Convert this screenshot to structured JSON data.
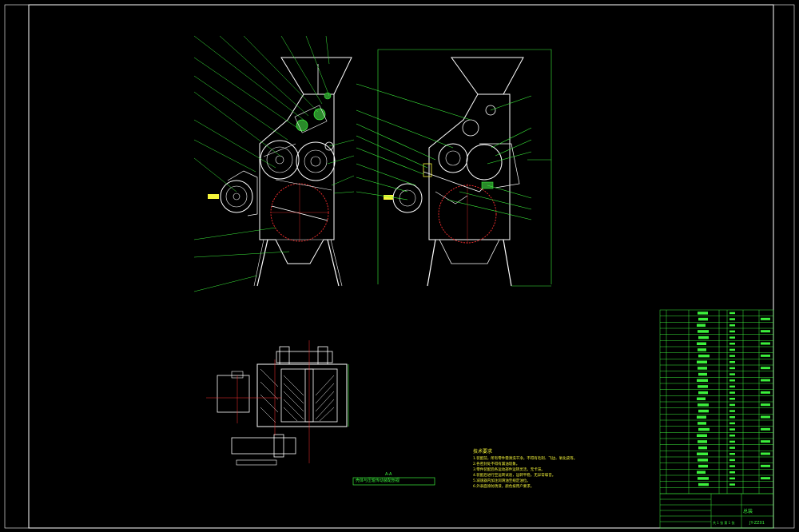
{
  "drawing": {
    "tech_notes": {
      "title": "技术要求",
      "lines": [
        "1.装配前，所有零件需清洗干净，不得有毛刺、飞边、氧化皮等。",
        "2.各密封处不得有漏油现象。",
        "3.零件装配后各运动部件运转灵活，无卡滞。",
        "4.装配后进行空运转试验，运转平稳，无异常噪音。",
        "5.减速器内加注润滑油至规定油位。",
        "6.外表面涂防锈漆，颜色按用户要求。"
      ]
    },
    "section_caption": {
      "title": "A-A",
      "text": "壳体与压辊传动装配剖视"
    },
    "title_block": {
      "drawing_name": "总装",
      "drawing_no": "JY-ZZ01",
      "sheet_label": "共 1 张 第 1 张"
    },
    "colors": {
      "frame": "#ffffff",
      "outline": "#ffffff",
      "leader": "#3cf03c",
      "dimension": "#3cf03c",
      "centerline": "#ff3030",
      "table_text": "#3cf03c",
      "note_text": "#f5f53a",
      "accent_dark": "#2a8a2a"
    }
  }
}
